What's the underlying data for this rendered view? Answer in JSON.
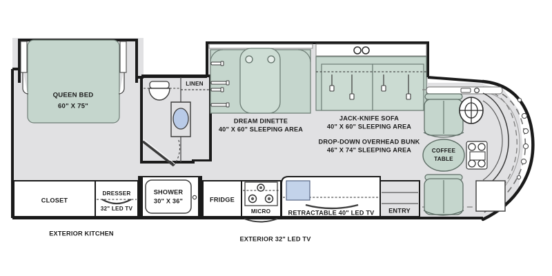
{
  "document": {
    "type": "rv-floorplan",
    "title": "Class A Motorhome Floorplan"
  },
  "colors": {
    "furniture_green": "#c5d6cd",
    "floor_gray": "#e1e1e3",
    "wall_black": "#1a1a1a",
    "sink_blue": "#b9cbe8",
    "tv_blue": "#c3d3ea",
    "outline_gray": "#8a8a8a",
    "white": "#ffffff"
  },
  "rooms": {
    "bedroom": {
      "bed_label": "QUEEN BED",
      "bed_size": "60\" X 75\"",
      "closet_label": "CLOSET",
      "dresser_label": "DRESSER",
      "dresser_tv_label": "32\" LED TV"
    },
    "bathroom": {
      "linen_label": "LINEN",
      "shower_label": "SHOWER",
      "shower_size": "30\" X 36\""
    },
    "living": {
      "dinette_label": "DREAM DINETTE",
      "dinette_sleeping": "40\" X 60\" SLEEPING AREA",
      "sofa_label": "JACK-KNIFE SOFA",
      "sofa_sleeping": "40\" X 60\" SLEEPING AREA",
      "bunk_label": "DROP-DOWN OVERHEAD BUNK",
      "bunk_sleeping": "46\" X 74\" SLEEPING AREA"
    },
    "kitchen": {
      "fridge_label": "FRIDGE",
      "micro_label": "MICRO",
      "retractable_tv_label": "RETRACTABLE 40\" LED TV",
      "exterior_tv_label": "EXTERIOR 32\" LED TV",
      "exterior_kitchen_label": "EXTERIOR KITCHEN"
    },
    "cockpit": {
      "coffee_table_label_line1": "COFFEE",
      "coffee_table_label_line2": "TABLE",
      "entry_label": "ENTRY"
    }
  }
}
